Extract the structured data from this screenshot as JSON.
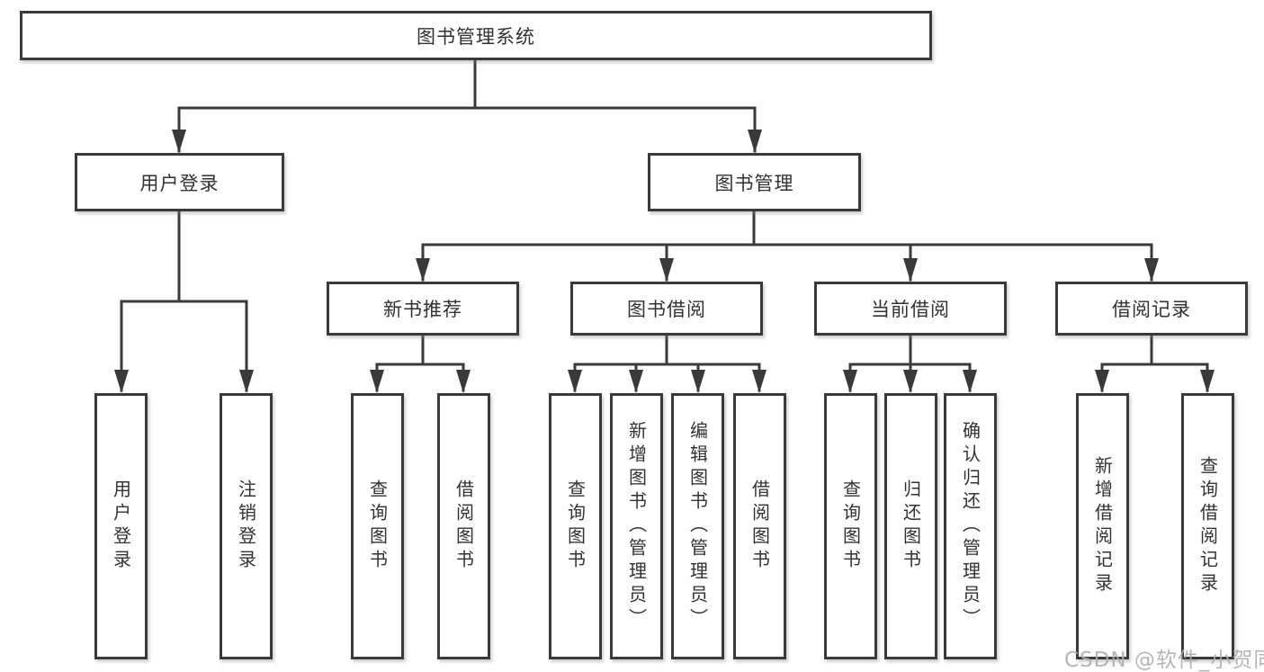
{
  "diagram": {
    "root": {
      "label": "图书管理系统"
    },
    "level2": [
      {
        "label": "用户登录"
      },
      {
        "label": "图书管理"
      }
    ],
    "level3": [
      {
        "label": "新书推荐"
      },
      {
        "label": "图书借阅"
      },
      {
        "label": "当前借阅"
      },
      {
        "label": "借阅记录"
      }
    ],
    "leaves": {
      "user_login": [
        {
          "label": "用户登录"
        },
        {
          "label": "注销登录"
        }
      ],
      "new_book": [
        {
          "label": "查询图书"
        },
        {
          "label": "借阅图书"
        }
      ],
      "book_borrowing": [
        {
          "label": "查询图书"
        },
        {
          "label": "新增图书（管理员）"
        },
        {
          "label": "编辑图书（管理员）"
        },
        {
          "label": "借阅图书"
        }
      ],
      "current_borrowing": [
        {
          "label": "查询图书"
        },
        {
          "label": "归还图书"
        },
        {
          "label": "确认归还（管理员）"
        }
      ],
      "borrowing_records": [
        {
          "label": "新增借阅记录"
        },
        {
          "label": "查询借阅记录"
        }
      ]
    }
  },
  "watermark": {
    "text": "CSDN @软件_小贺同学"
  },
  "colors": {
    "line": "#3a3a3a",
    "text": "#323232",
    "background": "#ffffff",
    "watermark": "#acacac"
  }
}
